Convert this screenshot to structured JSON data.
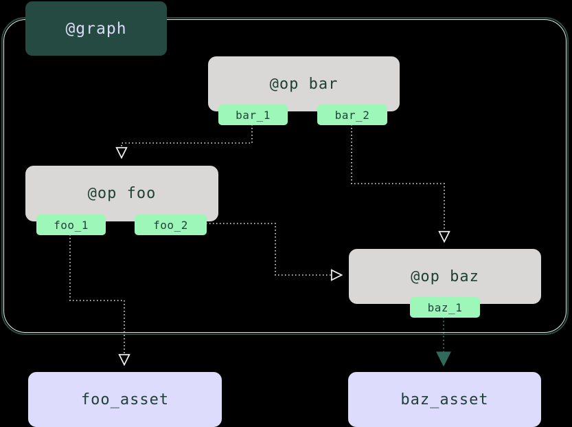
{
  "diagram": {
    "type": "dagster-op-graph",
    "background_color": "#000000",
    "container": {
      "label": "@graph",
      "label_bg_color": "#254a41",
      "label_text_color": "#dcdcfa",
      "border_color": "#2b4f46",
      "inner_border_color": "#e8f0ee"
    },
    "ops": [
      {
        "id": "bar",
        "label": "@op bar",
        "box_color": "#d9d8d6",
        "text_color": "#1f4037",
        "outputs": [
          {
            "id": "bar_1",
            "label": "bar_1"
          },
          {
            "id": "bar_2",
            "label": "bar_2"
          }
        ]
      },
      {
        "id": "foo",
        "label": "@op foo",
        "box_color": "#d9d8d6",
        "text_color": "#1f4037",
        "outputs": [
          {
            "id": "foo_1",
            "label": "foo_1"
          },
          {
            "id": "foo_2",
            "label": "foo_2"
          }
        ]
      },
      {
        "id": "baz",
        "label": "@op baz",
        "box_color": "#d9d8d6",
        "text_color": "#1f4037",
        "outputs": [
          {
            "id": "baz_1",
            "label": "baz_1"
          }
        ]
      }
    ],
    "port_style": {
      "bg_color": "#9df7b9",
      "text_color": "#20423a"
    },
    "assets": [
      {
        "id": "foo_asset",
        "label": "foo_asset",
        "box_color": "#dedcfc",
        "text_color": "#1f4037"
      },
      {
        "id": "baz_asset",
        "label": "baz_asset",
        "box_color": "#dedcfc",
        "text_color": "#1f4037"
      }
    ],
    "edges": [
      {
        "from": "bar_1",
        "to": "foo",
        "style": "dotted",
        "color": "#f0f0f0",
        "arrow": "hollow"
      },
      {
        "from": "bar_2",
        "to": "baz",
        "style": "dotted",
        "color": "#f0f0f0",
        "arrow": "hollow"
      },
      {
        "from": "foo_2",
        "to": "baz",
        "style": "dotted",
        "color": "#f0f0f0",
        "arrow": "hollow"
      },
      {
        "from": "foo_1",
        "to": "foo_asset",
        "style": "dotted",
        "color": "#f0f0f0",
        "arrow": "hollow"
      },
      {
        "from": "baz_1",
        "to": "baz_asset",
        "style": "dotted",
        "color": "#2f6a5a",
        "arrow": "filled"
      }
    ]
  }
}
